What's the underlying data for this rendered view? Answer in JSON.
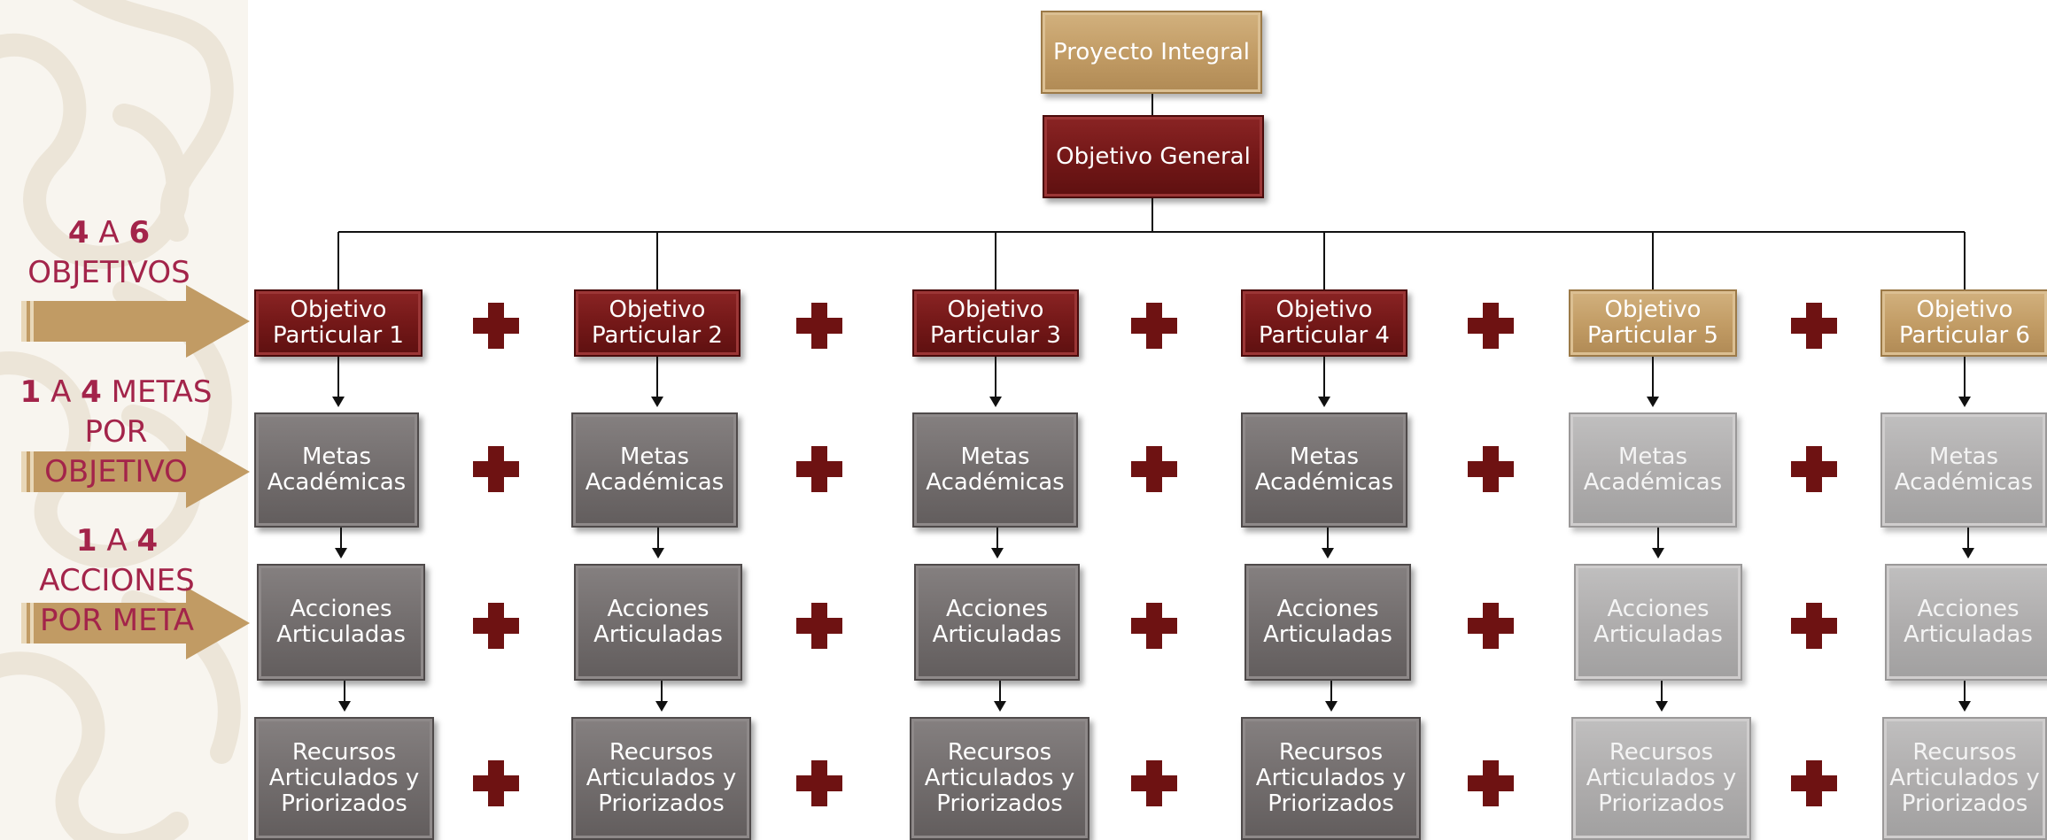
{
  "top_box": {
    "label": "Proyecto Integral"
  },
  "general_box": {
    "label": "Objetivo General"
  },
  "side_labels": {
    "objetivos": {
      "num1": "4",
      "mid": "A",
      "num2": "6",
      "line2": "OBJETIVOS"
    },
    "metas": {
      "num1": "1",
      "mid": "A",
      "num2": "4",
      "rest": "METAS",
      "line2": "POR",
      "line3": "OBJETIVO"
    },
    "acciones": {
      "num1": "1",
      "mid": "A",
      "num2": "4",
      "line2": "ACCIONES",
      "line3": "POR META"
    }
  },
  "columns": [
    {
      "objetivo": "Objetivo\nParticular 1",
      "style": "active"
    },
    {
      "objetivo": "Objetivo\nParticular 2",
      "style": "active"
    },
    {
      "objetivo": "Objetivo\nParticular 3",
      "style": "active"
    },
    {
      "objetivo": "Objetivo\nParticular 4",
      "style": "active"
    },
    {
      "objetivo": "Objetivo\nParticular 5",
      "style": "optional"
    },
    {
      "objetivo": "Objetivo\nParticular 6",
      "style": "optional"
    }
  ],
  "row_labels": {
    "metas": "Metas\nAcadémicas",
    "acciones": "Acciones\nArticuladas",
    "recursos": "Recursos\nArticulados y\nPriorizados"
  },
  "colors": {
    "maroon": "#741818",
    "gold": "#c19b64",
    "gray": "#716c6c",
    "lightgray": "#aeacac",
    "plus": "#6e1212",
    "side_text": "#a3244a",
    "arrow": "#c19b64"
  },
  "icons": {
    "plus": "plus-icon",
    "arrow": "arrow-right-icon"
  }
}
